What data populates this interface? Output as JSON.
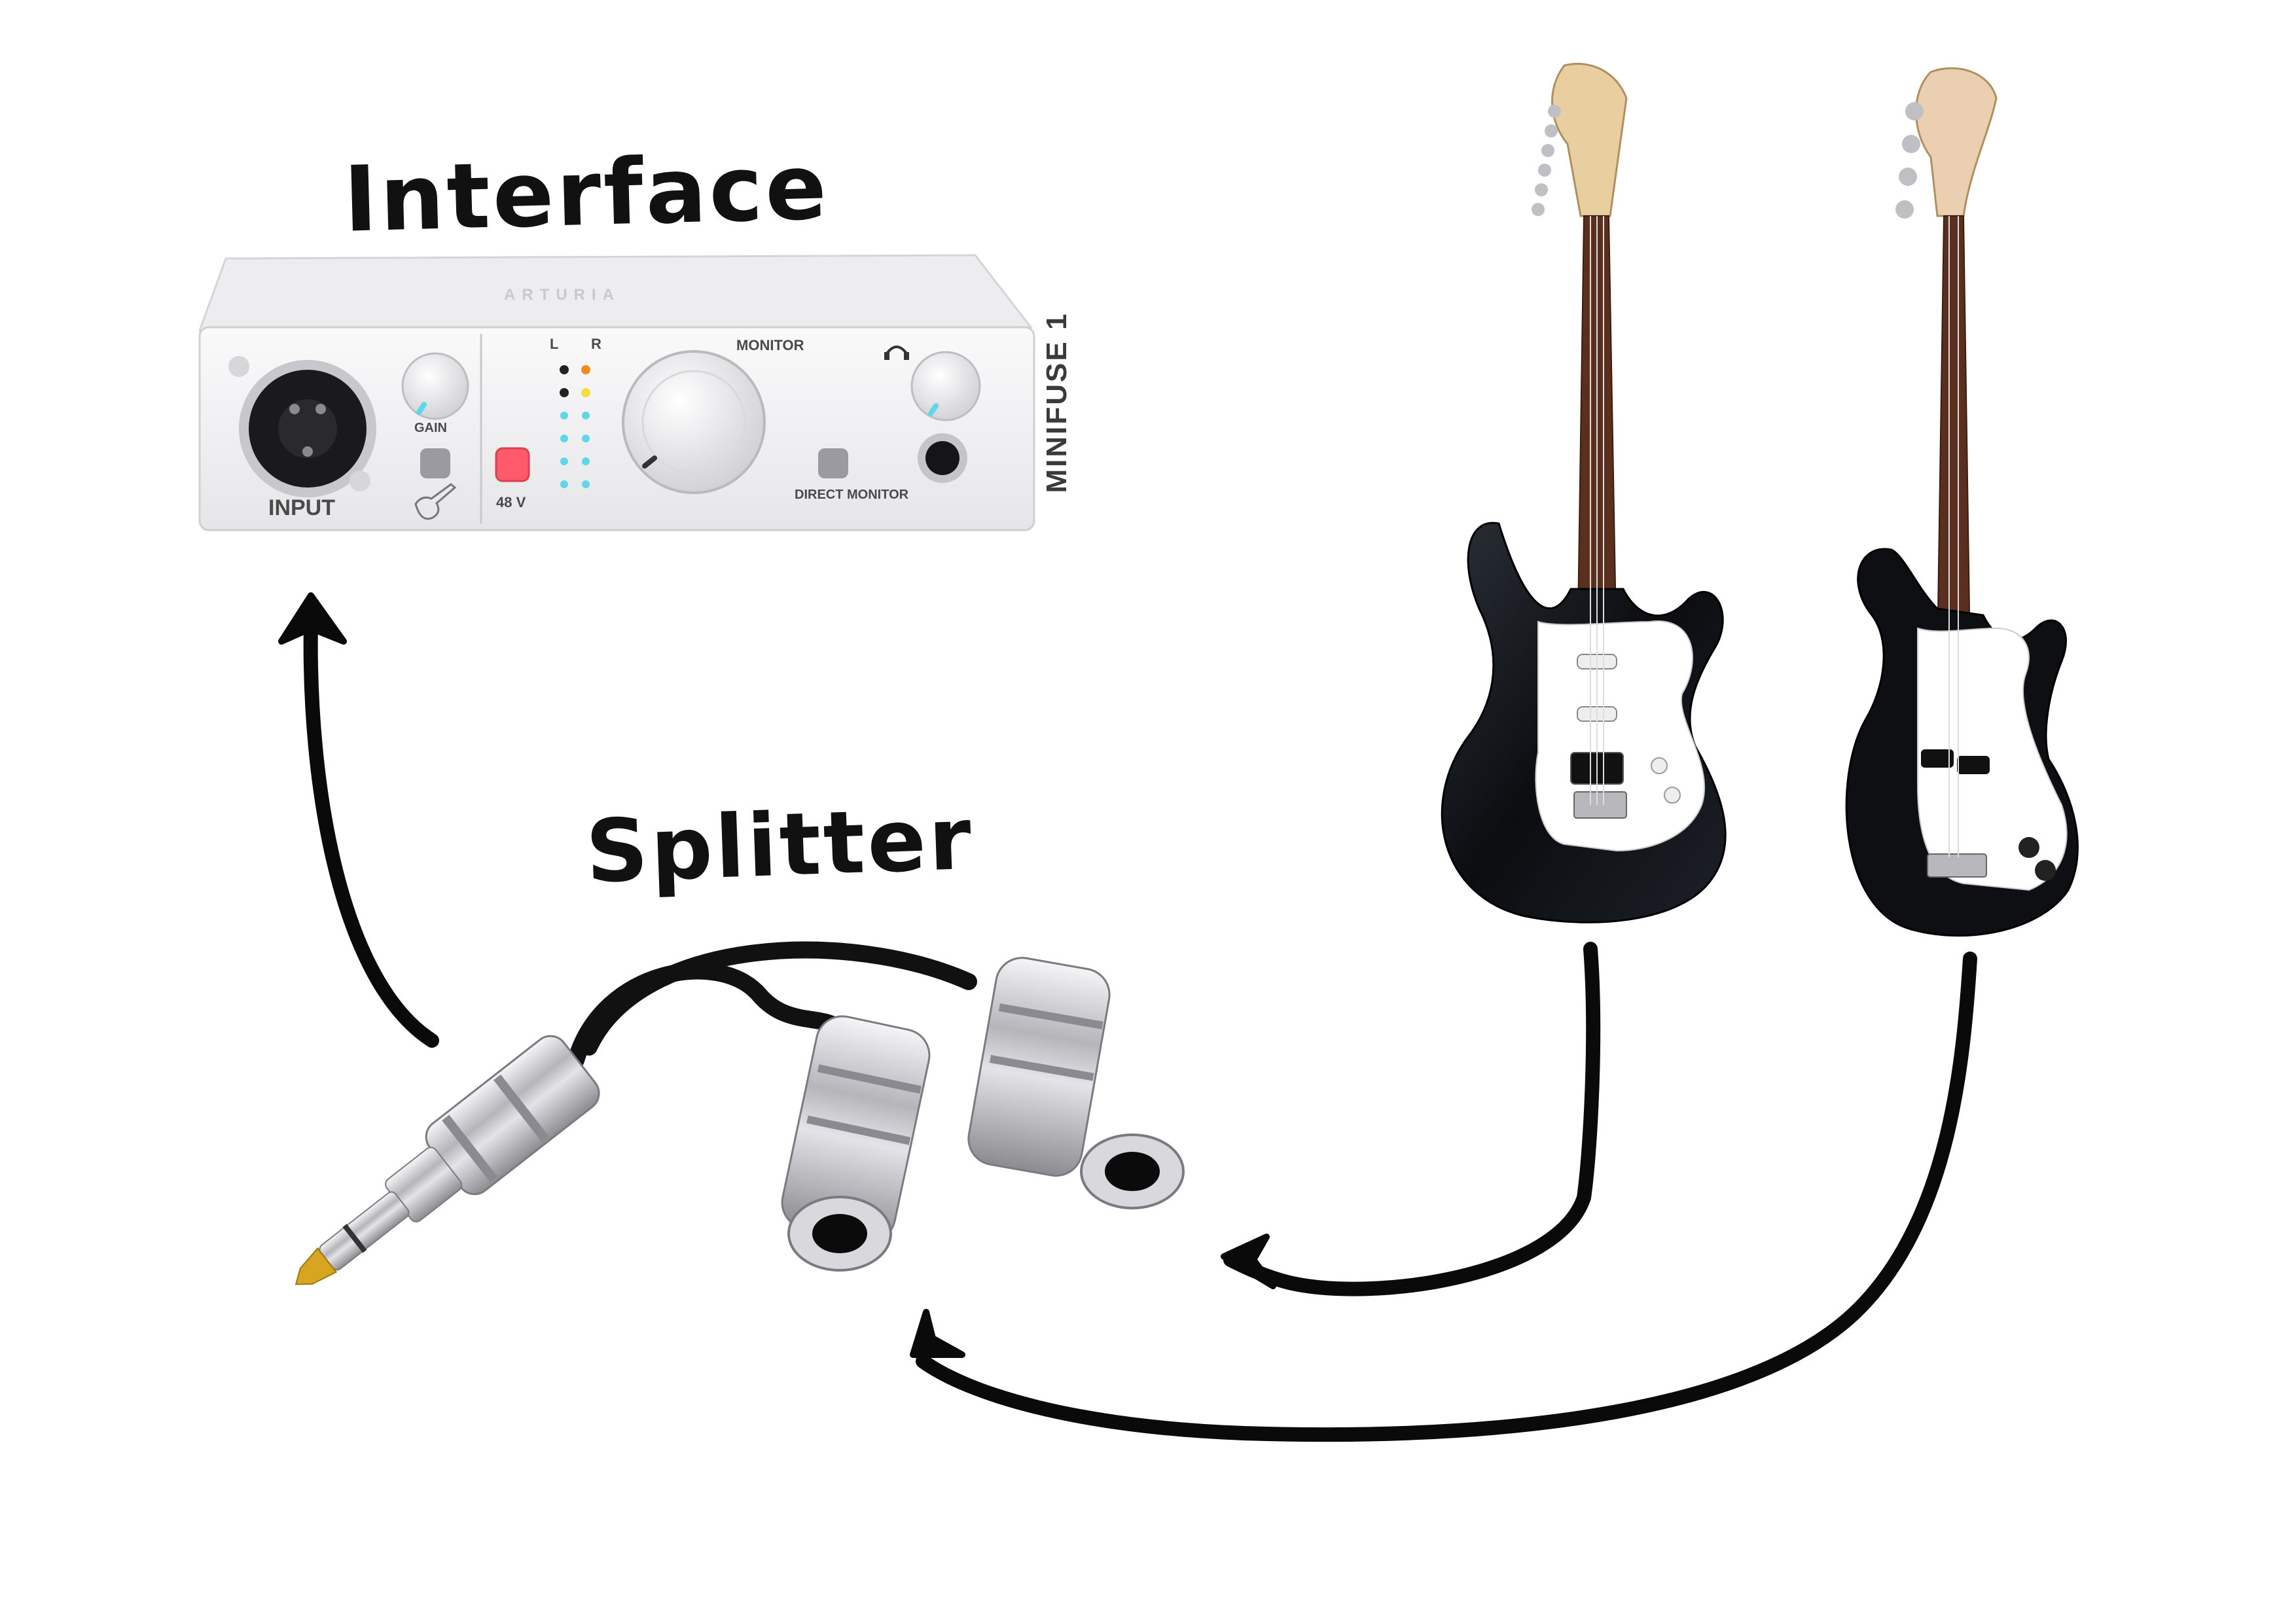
{
  "labels": {
    "interface": "Interface",
    "splitter": "Splitter"
  },
  "interface": {
    "brand": "ARTURIA",
    "input": "INPUT",
    "gain": "GAIN",
    "led_left": "L",
    "led_right": "R",
    "monitor": "MONITOR",
    "phantom": "48 V",
    "direct_monitor": "DIRECT MONITOR",
    "model": "MINIFUSE 1"
  },
  "colors": {
    "ink": "#111111",
    "interface_body": "#f1f1f3",
    "chrome": "#b8b8bc",
    "guitar_black": "#0d0f12",
    "pickguard": "#ffffff",
    "fretboard": "#5a2f1e",
    "neck": "#e9cfa0",
    "phantom_led": "#ff5a6a",
    "meter_led": "#5fd7ea",
    "brass_tip": "#d8a520"
  },
  "icons": {
    "guitar_input": "guitar-icon",
    "headphones": "headphones-icon"
  }
}
